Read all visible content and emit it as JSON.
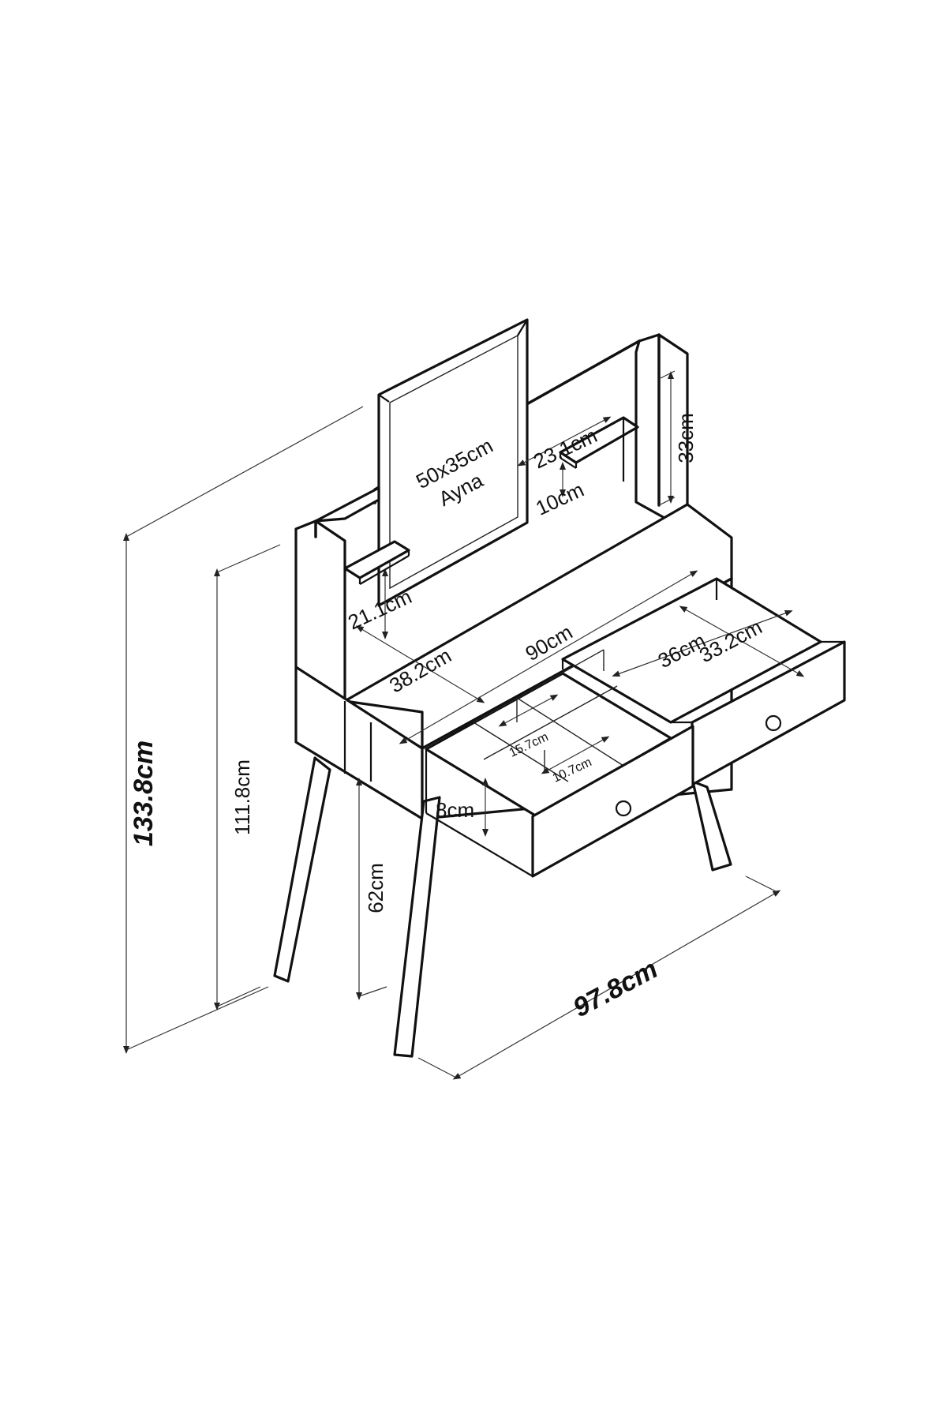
{
  "labels": {
    "mirror_size": "50x35cm",
    "mirror_name": "Ayna",
    "shelf_width": "23.1cm",
    "upper_side_height": "33cm",
    "shelf_gap": "10cm",
    "left_shelf_height": "21.1cm",
    "depth": "38.2cm",
    "top_width": "90cm",
    "drawer_depth_outer": "36cm",
    "drawer_depth_inner": "33.2cm",
    "compartment_a": "15.7cm",
    "compartment_b": "10.7cm",
    "drawer_height": "8cm",
    "total_height": "133.8cm",
    "body_height": "111.8cm",
    "leg_height": "62cm",
    "total_width": "97.8cm"
  },
  "colors": {
    "line": "#111111",
    "background": "#ffffff"
  }
}
